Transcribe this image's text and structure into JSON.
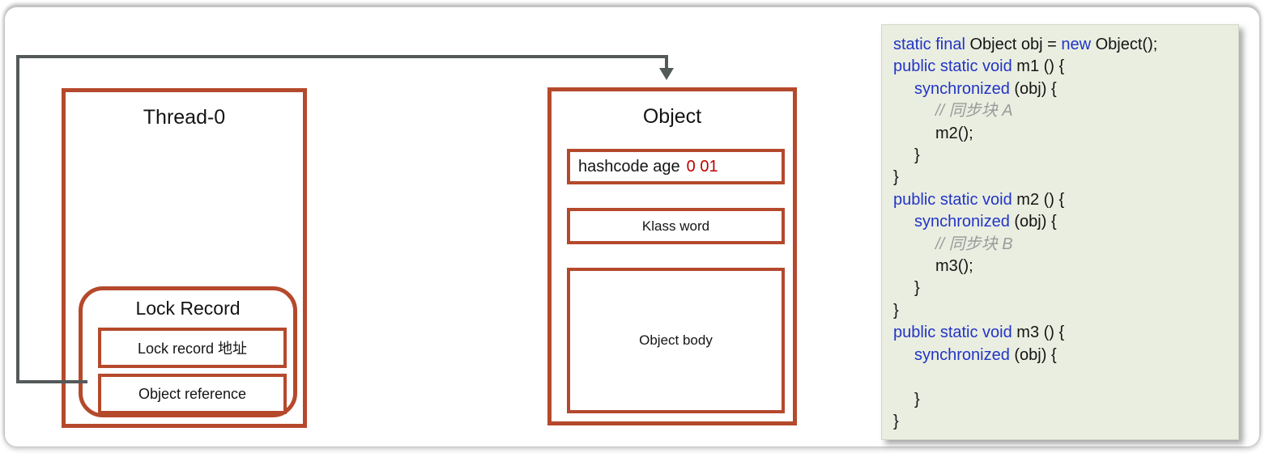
{
  "colors": {
    "box_border": "#b5492c",
    "arrow": "#54595a",
    "keyword_blue": "#2134c7",
    "comment_gray": "#9b9b9b",
    "value_red": "#c00000",
    "code_bg": "#eaeee0"
  },
  "diagram": {
    "thread_box": {
      "title": "Thread-0"
    },
    "lock_record": {
      "title": "Lock Record",
      "rows": [
        {
          "label": "Lock record 地址"
        },
        {
          "label": "Object reference"
        }
      ]
    },
    "object_box": {
      "title": "Object",
      "mark_word": {
        "label": "hashcode age",
        "value": "0 01"
      },
      "klass_word": {
        "label": "Klass word"
      },
      "body": {
        "label": "Object body"
      }
    }
  },
  "code": {
    "lines": [
      {
        "indent": 0,
        "segments": [
          {
            "c": "kw",
            "t": "static final"
          },
          {
            "c": "pl",
            "t": " Object obj = "
          },
          {
            "c": "kw",
            "t": "new"
          },
          {
            "c": "pl",
            "t": " Object();"
          }
        ]
      },
      {
        "indent": 0,
        "segments": [
          {
            "c": "kw",
            "t": "public static void"
          },
          {
            "c": "pl",
            "t": " m1 () {"
          }
        ]
      },
      {
        "indent": 1,
        "segments": [
          {
            "c": "kw",
            "t": "synchronized"
          },
          {
            "c": "pl",
            "t": " (obj) {"
          }
        ]
      },
      {
        "indent": 2,
        "segments": [
          {
            "c": "cm",
            "t": "// 同步块 A"
          }
        ]
      },
      {
        "indent": 2,
        "segments": [
          {
            "c": "pl",
            "t": "m2();"
          }
        ]
      },
      {
        "indent": 1,
        "segments": [
          {
            "c": "pl",
            "t": "}"
          }
        ]
      },
      {
        "indent": 0,
        "segments": [
          {
            "c": "pl",
            "t": "}"
          }
        ]
      },
      {
        "indent": 0,
        "segments": [
          {
            "c": "kw",
            "t": "public static void"
          },
          {
            "c": "pl",
            "t": " m2 () {"
          }
        ]
      },
      {
        "indent": 1,
        "segments": [
          {
            "c": "kw",
            "t": "synchronized"
          },
          {
            "c": "pl",
            "t": " (obj) {"
          }
        ]
      },
      {
        "indent": 2,
        "segments": [
          {
            "c": "cm",
            "t": "// 同步块 B"
          }
        ]
      },
      {
        "indent": 2,
        "segments": [
          {
            "c": "pl",
            "t": "m3();"
          }
        ]
      },
      {
        "indent": 1,
        "segments": [
          {
            "c": "pl",
            "t": "}"
          }
        ]
      },
      {
        "indent": 0,
        "segments": [
          {
            "c": "pl",
            "t": "}"
          }
        ]
      },
      {
        "indent": 0,
        "segments": [
          {
            "c": "kw",
            "t": "public static void"
          },
          {
            "c": "pl",
            "t": " m3 () {"
          }
        ]
      },
      {
        "indent": 1,
        "segments": [
          {
            "c": "kw",
            "t": "synchronized"
          },
          {
            "c": "pl",
            "t": " (obj) {"
          }
        ]
      },
      {
        "indent": 0,
        "segments": []
      },
      {
        "indent": 1,
        "segments": [
          {
            "c": "pl",
            "t": "}"
          }
        ]
      },
      {
        "indent": 0,
        "segments": [
          {
            "c": "pl",
            "t": "}"
          }
        ]
      }
    ]
  }
}
